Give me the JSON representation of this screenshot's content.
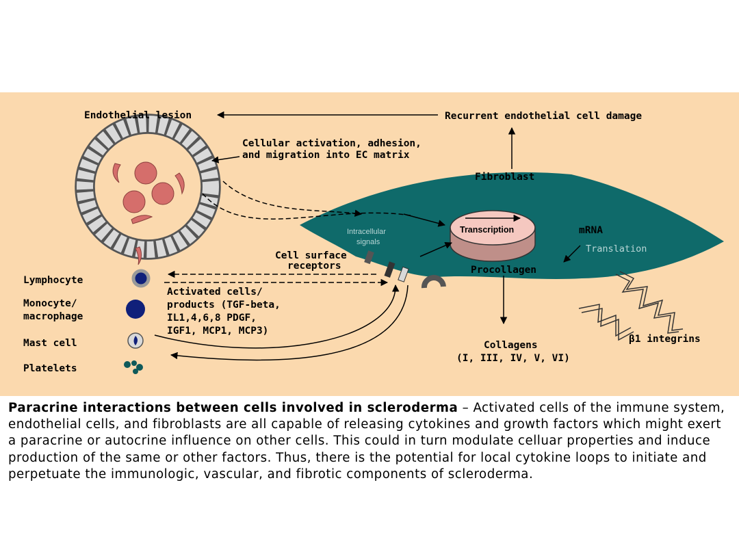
{
  "labels": {
    "endothelial_lesion": "Endothelial lesion",
    "recurrent_damage": "Recurrent endothelial cell damage",
    "activation_line1": "Cellular activation, adhesion,",
    "activation_line2": "and migration into EC matrix",
    "fibroblast": "Fibroblast",
    "intracellular_line1": "Intracellular",
    "intracellular_line2": "signals",
    "transcription": "Transcription",
    "mrna": "mRNA",
    "translation": "Translation",
    "cell_surface_line1": "Cell surface",
    "cell_surface_line2": "receptors",
    "procollagen": "Procollagen",
    "lymphocyte": "Lymphocyte",
    "monocyte_line1": "Monocyte/",
    "monocyte_line2": "macrophage",
    "mast_cell": "Mast cell",
    "platelets": "Platelets",
    "activated_line1": "Activated cells/",
    "activated_line2": "products (TGF-beta,",
    "activated_line3": "IL1,4,6,8 PDGF,",
    "activated_line4": "IGF1, MCP1, MCP3)",
    "collagens_line1": "Collagens",
    "collagens_line2": "(I, III, IV, V, VI)",
    "integrins": "β1 integrins"
  },
  "caption": {
    "title": "Paracrine interactions between cells involved in scleroderma",
    "body": " – Activated cells of the immune system, endothelial cells, and fibroblasts are all capable of releasing cytokines and growth factors which might exert a paracrine or autocrine influence on other cells. This could in turn modulate celluar properties and induce production of the same or other factors. Thus, there is the potential for local cytokine loops to initiate and perpetuate the immunologic, vascular, and fibrotic components of scleroderma."
  },
  "colors": {
    "background": "#fbd9ae",
    "fibroblast": "#0f6a6a",
    "nucleus": "#f5c8c0",
    "red_cells": "#d56e6b",
    "immune_cells": "#10207a"
  }
}
